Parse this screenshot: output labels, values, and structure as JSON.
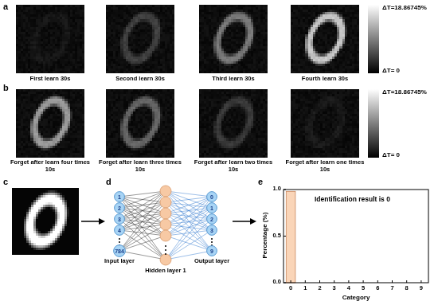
{
  "diagram": {
    "nodes": [
      {
        "text": [
          "1"
        ]
      },
      {
        "text": [
          "2"
        ]
      },
      {
        "text": [
          "3"
        ]
      },
      {
        "text": [
          "4"
        ]
      },
      {
        "text": [
          "784"
        ]
      },
      {
        "text": [
          "0"
        ]
      },
      {
        "text": [
          "1"
        ]
      },
      {
        "text": [
          "2"
        ]
      },
      {
        "text": [
          "3"
        ]
      },
      {
        "text": [
          "9"
        ]
      }
    ],
    "labels": [
      "a",
      "ΔT=18.86745%",
      "ΔT= 0",
      "First learn 30s",
      "Second learn 30s",
      "Third learn 30s",
      "Fourth learn 30s",
      "b",
      "ΔT=18.86745%",
      "ΔT= 0",
      "Forget after learn four times 10s",
      "Forget after learn three times 10s",
      "Forget after learn two times 10s",
      "Forget after learn one times 10s",
      "c",
      "d",
      "Input layer",
      "Hidden layer 1",
      "Output layer",
      "e",
      "Identification result is 0",
      "Percentage (%)",
      "0.0",
      "0.5",
      "1.0",
      "0",
      "1",
      "2",
      "3",
      "4",
      "5",
      "6",
      "7",
      "8",
      "9",
      "Category"
    ]
  }
}
